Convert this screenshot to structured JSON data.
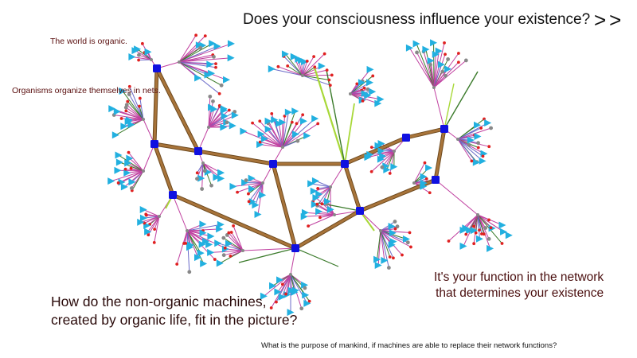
{
  "texts": {
    "question": "Does your consciousness influence your existence?",
    "next_arrows": ">>",
    "organic": "The world is organic.",
    "organize": "Organisms organize themselves in nets.",
    "function_line1": "It's your function in the network",
    "function_line2": "that determines your existence",
    "machines_line1": "How do the non-organic machines,",
    "machines_line2": "created by organic life, fit in the picture?",
    "purpose": "What is the purpose of mankind, if machines are able to replace their network functions?"
  },
  "colors": {
    "hub": "#1010e0",
    "trunk": "#a8743a",
    "trunk_dark": "#6e4a1f",
    "leaf_cyan": "#22b0e0",
    "leaf_red": "#e02020",
    "leaf_gray": "#888888",
    "spoke_magenta": "#c040a0",
    "spoke_blue": "#6a6ac8",
    "spoke_green": "#3a7a2a",
    "spoke_lime": "#a8d838"
  }
}
